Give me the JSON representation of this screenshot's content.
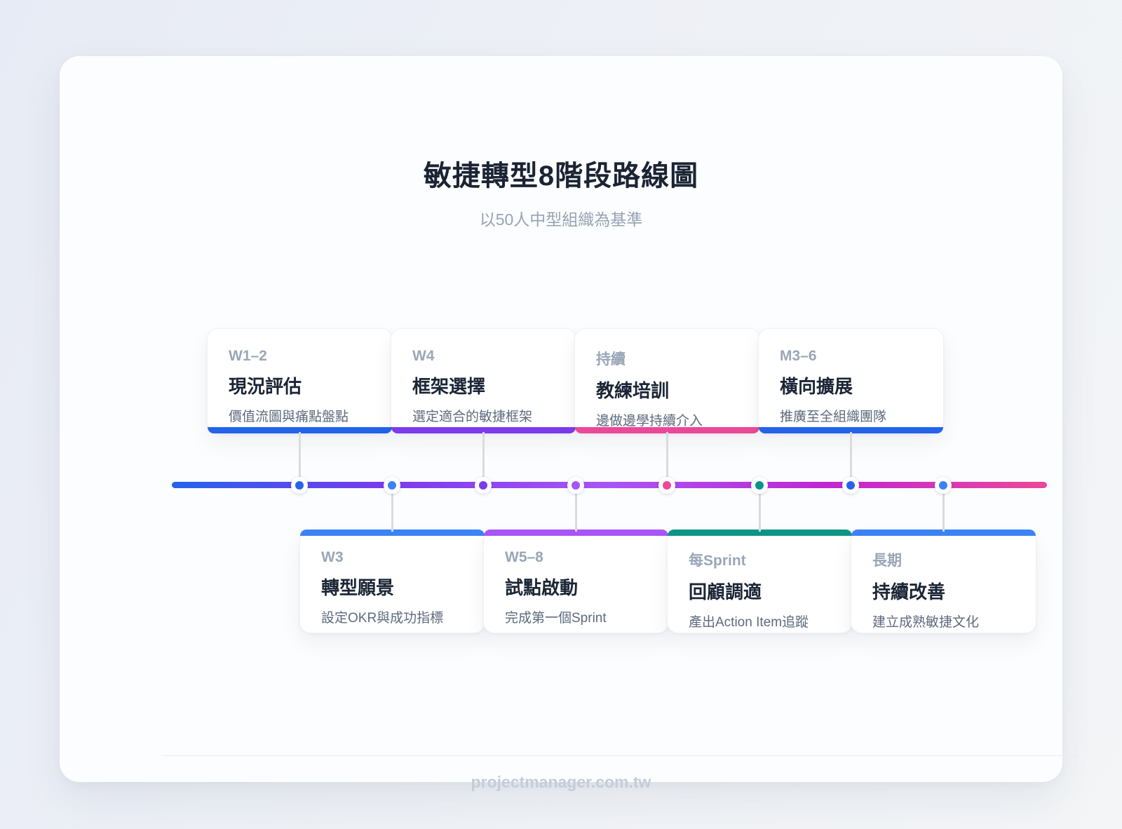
{
  "page": {
    "title": "敏捷轉型8階段路線圖",
    "subtitle": "以50人中型組織為基準",
    "footer": "projectmanager.com.tw"
  },
  "timeline": {
    "gradient": [
      "#2563eb",
      "#7c3aed",
      "#a855f7",
      "#c026d3",
      "#ec4899"
    ],
    "connector_color": "#d8dce2"
  },
  "stages": [
    {
      "period": "W1–2",
      "title": "現況評估",
      "desc": "價值流圖與痛點盤點",
      "accent": "#2563eb",
      "position": "top"
    },
    {
      "period": "W3",
      "title": "轉型願景",
      "desc": "設定OKR與成功指標",
      "accent": "#3b82f6",
      "position": "bottom"
    },
    {
      "period": "W4",
      "title": "框架選擇",
      "desc": "選定適合的敏捷框架",
      "accent": "#7c3aed",
      "position": "top"
    },
    {
      "period": "W5–8",
      "title": "試點啟動",
      "desc": "完成第一個Sprint",
      "accent": "#a855f7",
      "position": "bottom"
    },
    {
      "period": "持續",
      "title": "教練培訓",
      "desc": "邊做邊學持續介入",
      "accent": "#ec4899",
      "position": "top"
    },
    {
      "period": "每Sprint",
      "title": "回顧調適",
      "desc": "產出Action Item追蹤",
      "accent": "#0d9488",
      "position": "bottom"
    },
    {
      "period": "M3–6",
      "title": "橫向擴展",
      "desc": "推廣至全組織團隊",
      "accent": "#2563eb",
      "position": "top"
    },
    {
      "period": "長期",
      "title": "持續改善",
      "desc": "建立成熟敏捷文化",
      "accent": "#3b82f6",
      "position": "bottom"
    }
  ]
}
